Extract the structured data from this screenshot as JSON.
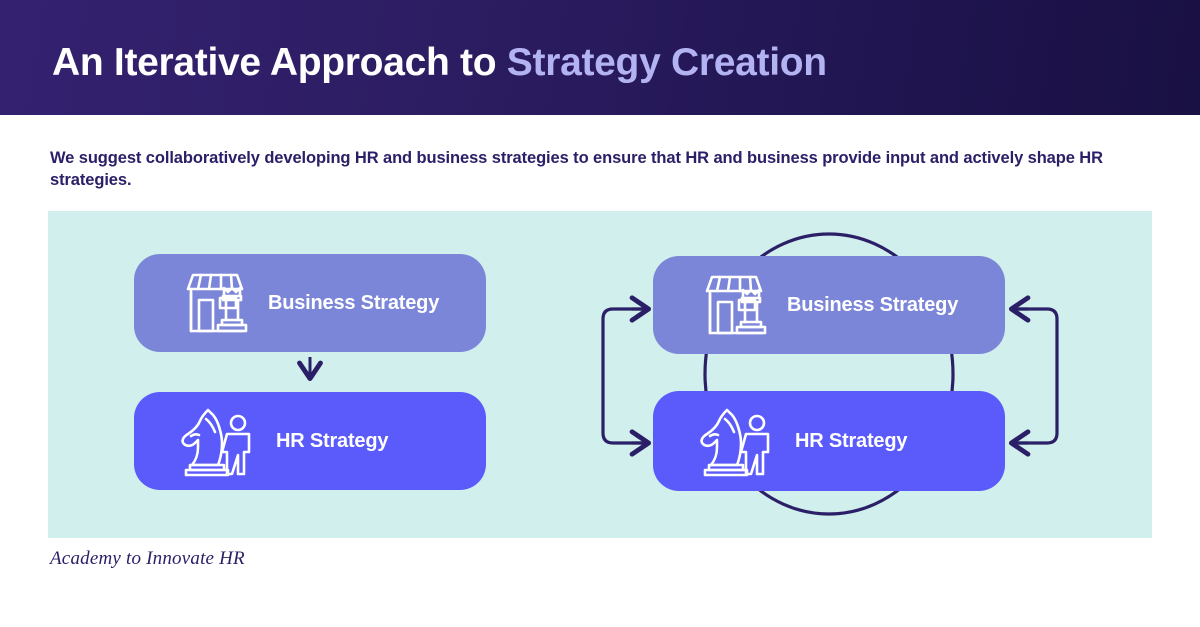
{
  "header": {
    "title_main": "An Iterative Approach to ",
    "title_accent": "Strategy Creation",
    "bg_color_left": "#342170",
    "bg_color_right": "#191043",
    "accent_color": "#b3b2f3"
  },
  "subtitle": {
    "text": "We suggest collaboratively developing HR and business strategies to ensure that HR and business provide input and actively shape HR strategies.",
    "color": "#2b2068"
  },
  "panel": {
    "bg_color": "#d1efec"
  },
  "diagram_left": {
    "name": "linear-cascade",
    "boxes": [
      {
        "label": "Business Strategy",
        "icon": "storefront-chess-rook-icon",
        "color": "#7c86d8"
      },
      {
        "label": "HR Strategy",
        "icon": "chess-knight-person-icon",
        "color": "#5a5bfa"
      }
    ],
    "connector": "down-arrow"
  },
  "diagram_right": {
    "name": "iterative-loop",
    "boxes": [
      {
        "label": "Business Strategy",
        "icon": "storefront-chess-rook-icon",
        "color": "#7c86d8"
      },
      {
        "label": "HR Strategy",
        "icon": "chess-knight-person-icon",
        "color": "#5a5bfa"
      }
    ],
    "connectors": [
      "left-bracket-arrows-right",
      "right-bracket-arrows-left",
      "ellipse-loop-behind-boxes"
    ],
    "arrow_color": "#2b2068"
  },
  "footer": {
    "text": "Academy to Innovate HR",
    "color": "#2b2068"
  }
}
